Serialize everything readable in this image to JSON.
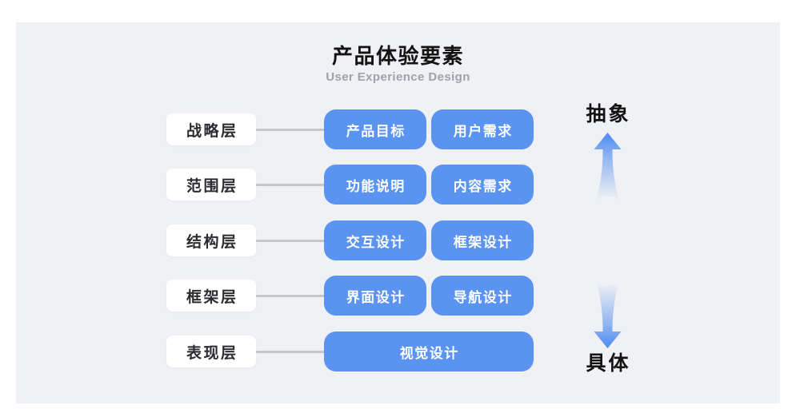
{
  "header": {
    "title": "产品体验要素",
    "subtitle": "User Experience Design"
  },
  "rows": [
    {
      "label": "战略层",
      "boxes": [
        "产品目标",
        "用户需求"
      ]
    },
    {
      "label": "范围层",
      "boxes": [
        "功能说明",
        "内容需求"
      ]
    },
    {
      "label": "结构层",
      "boxes": [
        "交互设计",
        "框架设计"
      ]
    },
    {
      "label": "框架层",
      "boxes": [
        "界面设计",
        "导航设计"
      ]
    },
    {
      "label": "表现层",
      "boxes": [
        "视觉设计"
      ]
    }
  ],
  "axis": {
    "top_label": "抽象",
    "bottom_label": "具体",
    "up_arrow_icon": "arrow-up",
    "down_arrow_icon": "arrow-down"
  },
  "colors": {
    "panel_bg": "#EFF1F4",
    "box_blue": "#5B93F1",
    "box_text": "#FFFFFF",
    "label_bg": "#FFFFFF",
    "label_text": "#2B2C30",
    "connector": "#C5C7CC",
    "subtitle": "#9EA2A9",
    "title_text": "#141414",
    "arrow_blue": "#4C8AF1"
  }
}
